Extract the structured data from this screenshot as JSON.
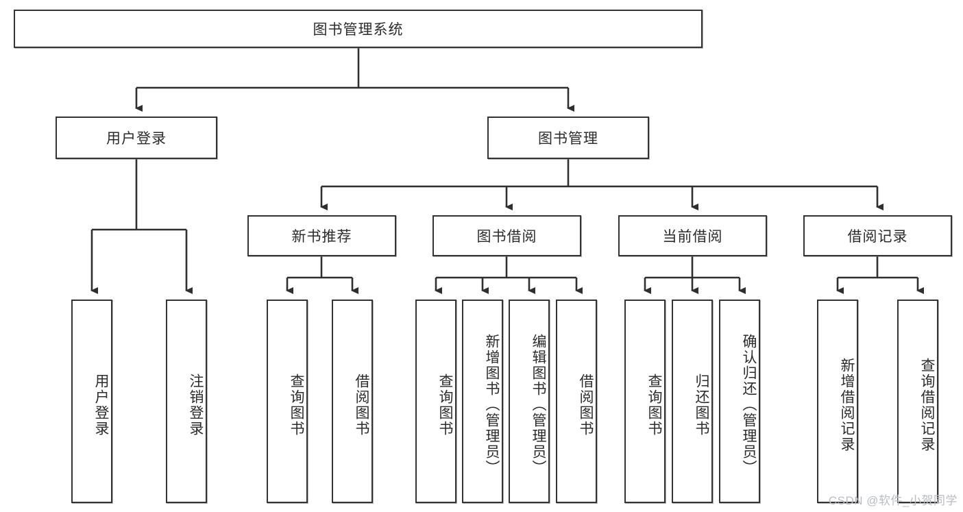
{
  "diagram": {
    "title_node": {
      "label": "图书管理系统"
    },
    "level2": [
      {
        "id": "user-login",
        "label": "用户登录"
      },
      {
        "id": "book-management",
        "label": "图书管理"
      }
    ],
    "level3": [
      {
        "id": "new-book-recommend",
        "label": "新书推荐"
      },
      {
        "id": "book-borrow",
        "label": "图书借阅"
      },
      {
        "id": "current-borrow",
        "label": "当前借阅"
      },
      {
        "id": "borrow-record",
        "label": "借阅记录"
      }
    ],
    "leaves": {
      "user-login": [
        {
          "id": "leaf-user-login",
          "label": "用户登录"
        },
        {
          "id": "leaf-logout-login",
          "label": "注销登录"
        }
      ],
      "new-book-recommend": [
        {
          "id": "leaf-query-book-1",
          "label": "查询图书"
        },
        {
          "id": "leaf-borrow-book-1",
          "label": "借阅图书"
        }
      ],
      "book-borrow": [
        {
          "id": "leaf-query-book-2",
          "label": "查询图书"
        },
        {
          "id": "leaf-add-book",
          "label": "新增图书（管理员）"
        },
        {
          "id": "leaf-edit-book",
          "label": "编辑图书（管理员）"
        },
        {
          "id": "leaf-borrow-book-2",
          "label": "借阅图书"
        }
      ],
      "current-borrow": [
        {
          "id": "leaf-query-book-3",
          "label": "查询图书"
        },
        {
          "id": "leaf-return-book",
          "label": "归还图书"
        },
        {
          "id": "leaf-confirm-return",
          "label": "确认归还（管理员）"
        }
      ],
      "borrow-record": [
        {
          "id": "leaf-add-record",
          "label": "新增借阅记录"
        },
        {
          "id": "leaf-query-record",
          "label": "查询借阅记录"
        }
      ]
    }
  },
  "watermark": {
    "text": "CSDN @软件_小贺同学"
  },
  "colors": {
    "box_border": "#333333",
    "text": "#2b2b2b",
    "line": "#2f2f2f",
    "background": "#ffffff",
    "watermark": "#b9bcc2"
  }
}
